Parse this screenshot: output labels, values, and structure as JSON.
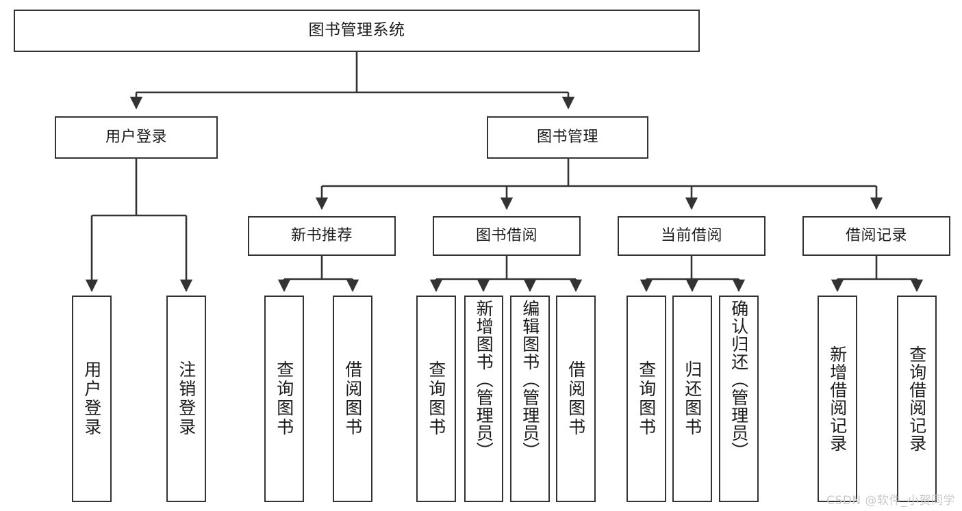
{
  "diagram": {
    "type": "tree-hierarchy",
    "title": "图书管理系统",
    "watermark": "CSDN @软件_小贺同学",
    "colors": {
      "box_border": "#333333",
      "box_fill": "#ffffff",
      "connector": "#333333",
      "text": "#1b1b1b",
      "watermark": "#c9c9c9"
    },
    "nodes": {
      "root": {
        "label": "图书管理系统"
      },
      "level1": [
        {
          "id": "user-login",
          "label": "用户登录"
        },
        {
          "id": "book-manage",
          "label": "图书管理"
        }
      ],
      "level2": [
        {
          "id": "new-book-recommend",
          "label": "新书推荐",
          "parent": "book-manage"
        },
        {
          "id": "book-borrow",
          "label": "图书借阅",
          "parent": "book-manage"
        },
        {
          "id": "current-borrow",
          "label": "当前借阅",
          "parent": "book-manage"
        },
        {
          "id": "borrow-record",
          "label": "借阅记录",
          "parent": "book-manage"
        }
      ],
      "leaves": {
        "user_login": [
          {
            "id": "leaf-user-login",
            "label": "用户登录"
          },
          {
            "id": "leaf-logout",
            "label": "注销登录"
          }
        ],
        "new_book_recommend": [
          {
            "id": "leaf-query-book-1",
            "label": "查询图书"
          },
          {
            "id": "leaf-borrow-book-1",
            "label": "借阅图书"
          }
        ],
        "book_borrow": [
          {
            "id": "leaf-query-book-2",
            "label": "查询图书"
          },
          {
            "id": "leaf-add-book",
            "label": "新增图书（管理员）"
          },
          {
            "id": "leaf-edit-book",
            "label": "编辑图书（管理员）"
          },
          {
            "id": "leaf-borrow-book-2",
            "label": "借阅图书"
          }
        ],
        "current_borrow": [
          {
            "id": "leaf-query-book-3",
            "label": "查询图书"
          },
          {
            "id": "leaf-return-book",
            "label": "归还图书"
          },
          {
            "id": "leaf-confirm-return",
            "label": "确认归还（管理员）"
          }
        ],
        "borrow_record": [
          {
            "id": "leaf-add-record",
            "label": "新增借阅记录"
          },
          {
            "id": "leaf-query-record",
            "label": "查询借阅记录"
          }
        ]
      }
    }
  }
}
